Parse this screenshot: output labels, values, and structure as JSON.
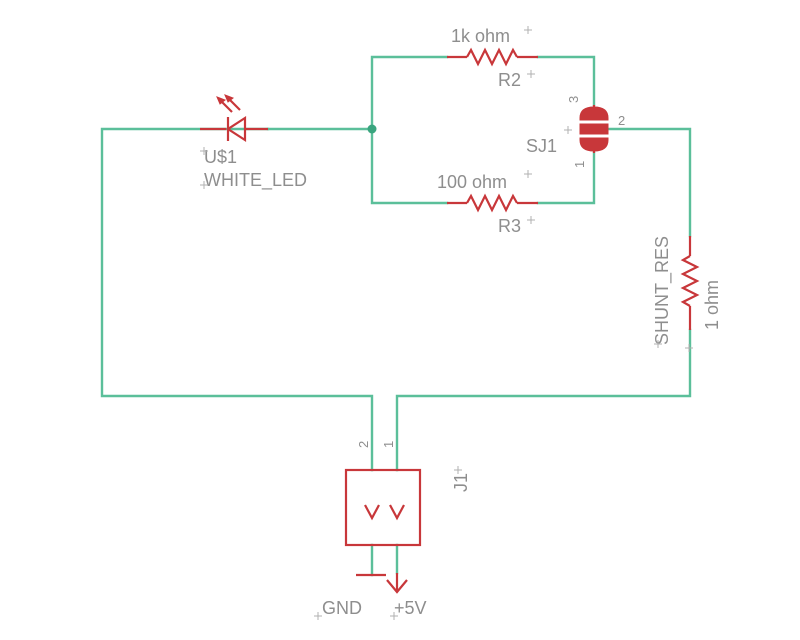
{
  "schematic": {
    "led": {
      "name": "U$1",
      "value": "WHITE_LED"
    },
    "r2": {
      "name": "R2",
      "value": "1k ohm"
    },
    "r3": {
      "name": "R3",
      "value": "100 ohm"
    },
    "sj1": {
      "name": "SJ1",
      "pin1": "1",
      "pin2": "2",
      "pin3": "3"
    },
    "shunt": {
      "name": "SHUNT_RES",
      "value": "1 ohm"
    },
    "j1": {
      "name": "J1",
      "pin1": "1",
      "pin2": "2"
    },
    "gnd": {
      "label": "GND"
    },
    "vcc": {
      "label": "+5V"
    }
  },
  "colors": {
    "wire": "#5bbf9a",
    "part": "#c8373a",
    "text": "#8e8e8e"
  }
}
